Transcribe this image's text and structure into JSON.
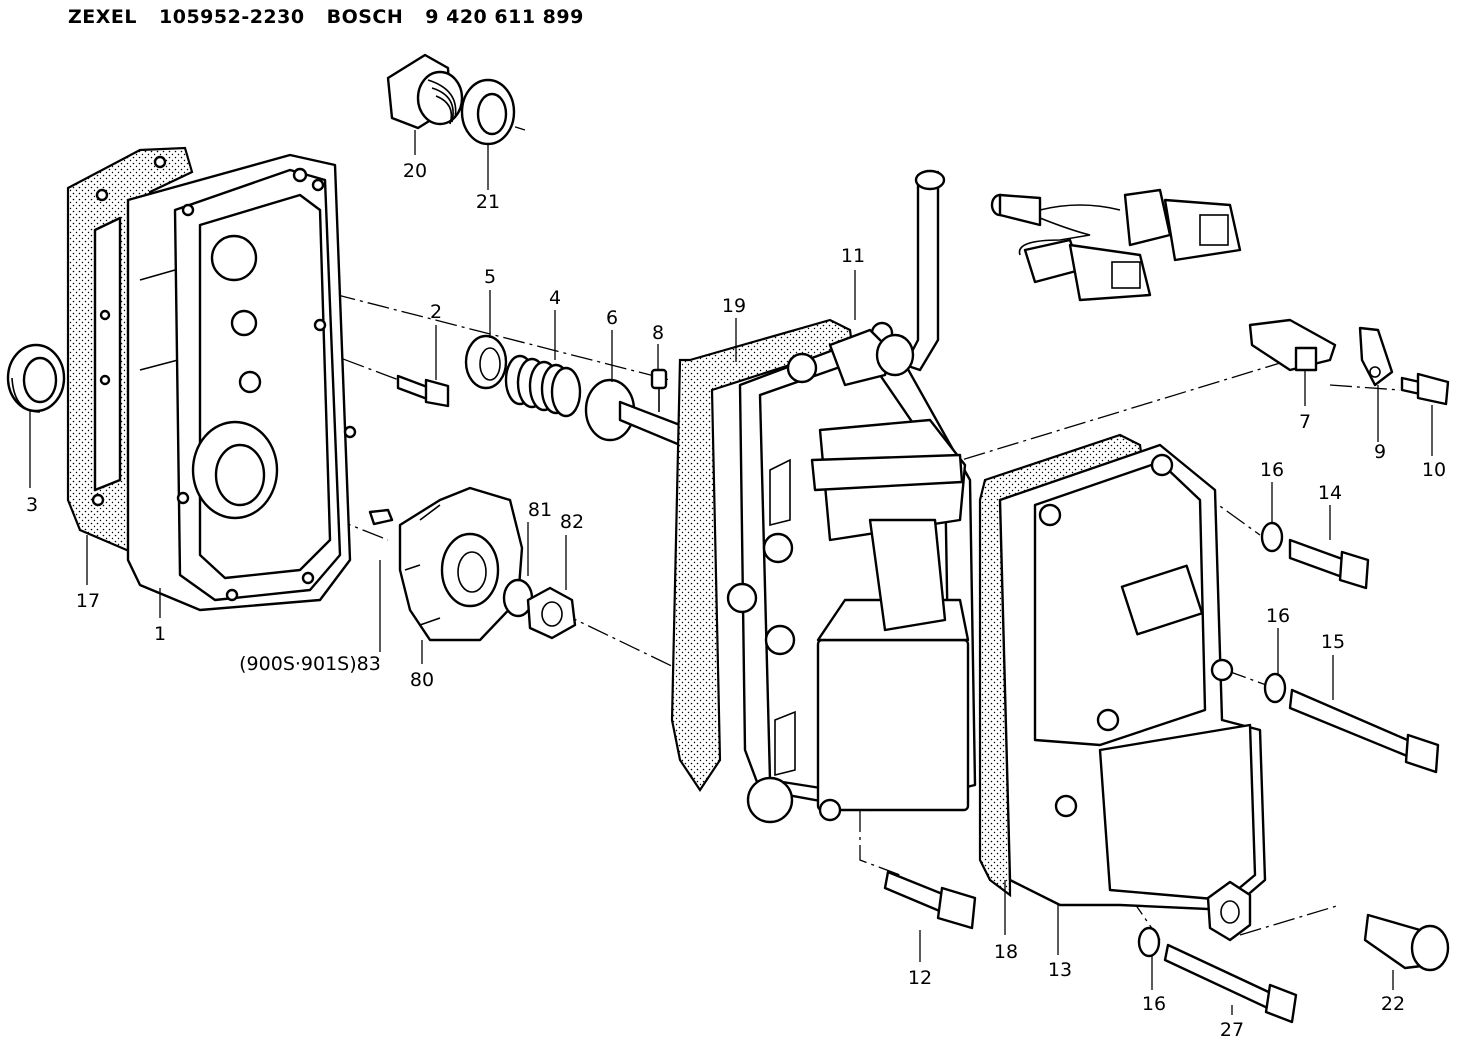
{
  "header": {
    "maker": "ZEXEL",
    "zexel_part_no": "105952-2230",
    "brand": "BOSCH",
    "bosch_part_no": "9 420 611 899"
  },
  "callouts": {
    "c1": "1",
    "c2": "2",
    "c3": "3",
    "c4": "4",
    "c5": "5",
    "c6": "6",
    "c7": "7",
    "c8": "8",
    "c9": "9",
    "c10": "10",
    "c11": "11",
    "c12": "12",
    "c13": "13",
    "c14": "14",
    "c15": "15",
    "c16a": "16",
    "c16b": "16",
    "c16c": "16",
    "c17": "17",
    "c18": "18",
    "c19": "19",
    "c20": "20",
    "c21": "21",
    "c22": "22",
    "c27": "27",
    "c80": "80",
    "c81": "81",
    "c82": "82",
    "c83": "(900S·901S)83"
  }
}
